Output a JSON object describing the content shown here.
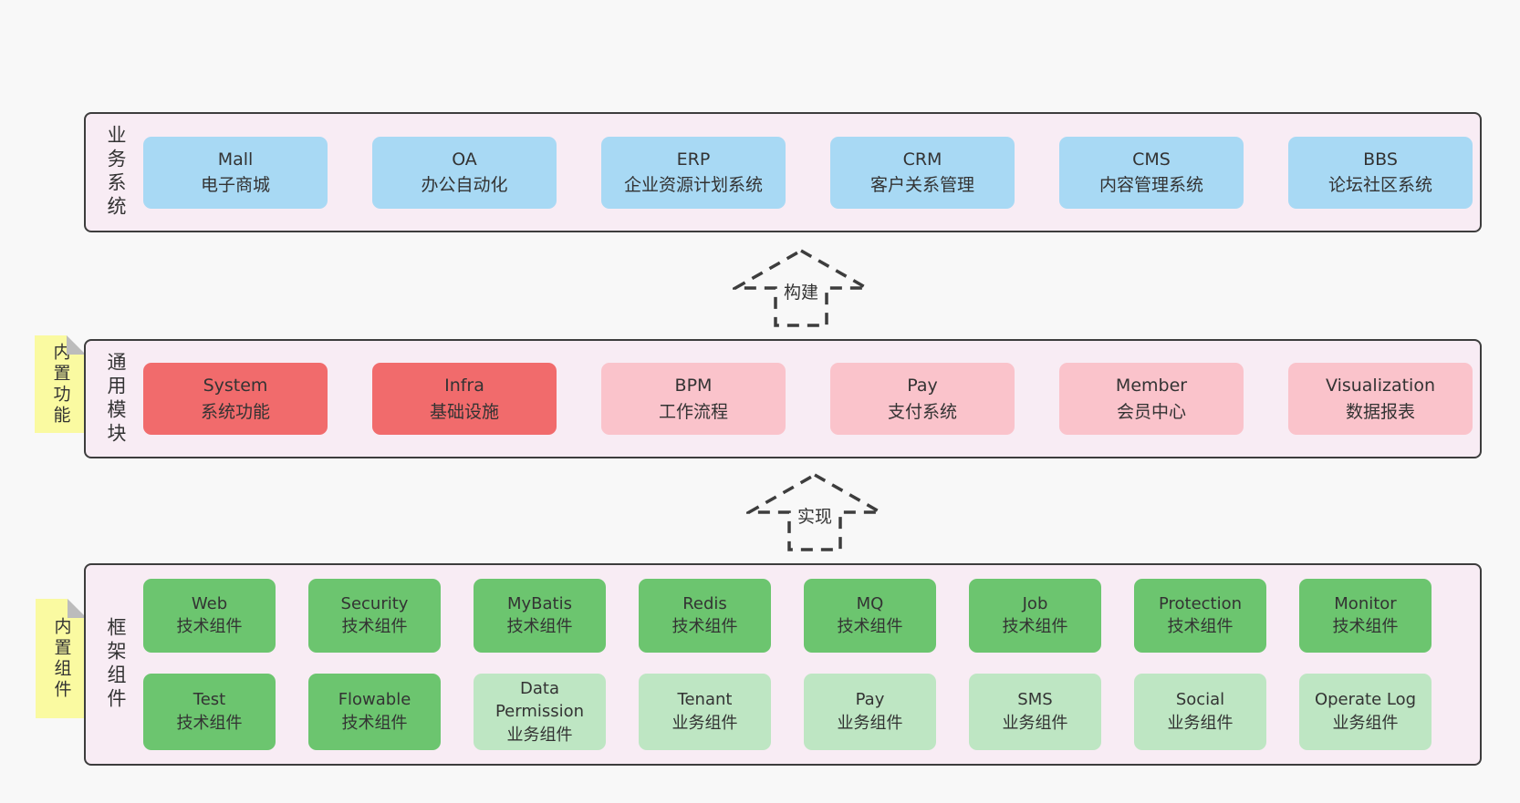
{
  "colors": {
    "page_bg": "#f8f8f8",
    "band_bg": "#f8ecf4",
    "band_border": "#3d3d3d",
    "blue": "#a8d9f4",
    "red": "#f16b6c",
    "pink": "#fac3cb",
    "green": "#6cc56f",
    "lightgreen": "#bee6c3",
    "sticky": "#fafaa1",
    "fold": "#bcbcbc",
    "arrow": "#3d3d3d",
    "text": "#333333"
  },
  "arrows": [
    {
      "label": "构建"
    },
    {
      "label": "实现"
    }
  ],
  "bands": [
    {
      "label": "业务系统",
      "boxes": [
        {
          "title": "Mall",
          "subtitle": "电子商城",
          "color": "blue"
        },
        {
          "title": "OA",
          "subtitle": "办公自动化",
          "color": "blue"
        },
        {
          "title": "ERP",
          "subtitle": "企业资源计划系统",
          "color": "blue"
        },
        {
          "title": "CRM",
          "subtitle": "客户关系管理",
          "color": "blue"
        },
        {
          "title": "CMS",
          "subtitle": "内容管理系统",
          "color": "blue"
        },
        {
          "title": "BBS",
          "subtitle": "论坛社区系统",
          "color": "blue"
        }
      ]
    },
    {
      "label": "通用模块",
      "sticky": "内置功能",
      "boxes": [
        {
          "title": "System",
          "subtitle": "系统功能",
          "color": "red"
        },
        {
          "title": "Infra",
          "subtitle": "基础设施",
          "color": "red"
        },
        {
          "title": "BPM",
          "subtitle": "工作流程",
          "color": "pink"
        },
        {
          "title": "Pay",
          "subtitle": "支付系统",
          "color": "pink"
        },
        {
          "title": "Member",
          "subtitle": "会员中心",
          "color": "pink"
        },
        {
          "title": "Visualization",
          "subtitle": "数据报表",
          "color": "pink"
        }
      ]
    },
    {
      "label": "框架组件",
      "sticky": "内置组件",
      "rows": [
        [
          {
            "title": "Web",
            "subtitle": "技术组件",
            "color": "green"
          },
          {
            "title": "Security",
            "subtitle": "技术组件",
            "color": "green"
          },
          {
            "title": "MyBatis",
            "subtitle": "技术组件",
            "color": "green"
          },
          {
            "title": "Redis",
            "subtitle": "技术组件",
            "color": "green"
          },
          {
            "title": "MQ",
            "subtitle": "技术组件",
            "color": "green"
          },
          {
            "title": "Job",
            "subtitle": "技术组件",
            "color": "green"
          },
          {
            "title": "Protection",
            "subtitle": "技术组件",
            "color": "green"
          },
          {
            "title": "Monitor",
            "subtitle": "技术组件",
            "color": "green"
          }
        ],
        [
          {
            "title": "Test",
            "subtitle": "技术组件",
            "color": "green"
          },
          {
            "title": "Flowable",
            "subtitle": "技术组件",
            "color": "green"
          },
          {
            "title": "Data Permission",
            "subtitle": "业务组件",
            "color": "lightgreen"
          },
          {
            "title": "Tenant",
            "subtitle": "业务组件",
            "color": "lightgreen"
          },
          {
            "title": "Pay",
            "subtitle": "业务组件",
            "color": "lightgreen"
          },
          {
            "title": "SMS",
            "subtitle": "业务组件",
            "color": "lightgreen"
          },
          {
            "title": "Social",
            "subtitle": "业务组件",
            "color": "lightgreen"
          },
          {
            "title": "Operate Log",
            "subtitle": "业务组件",
            "color": "lightgreen"
          }
        ]
      ]
    }
  ]
}
